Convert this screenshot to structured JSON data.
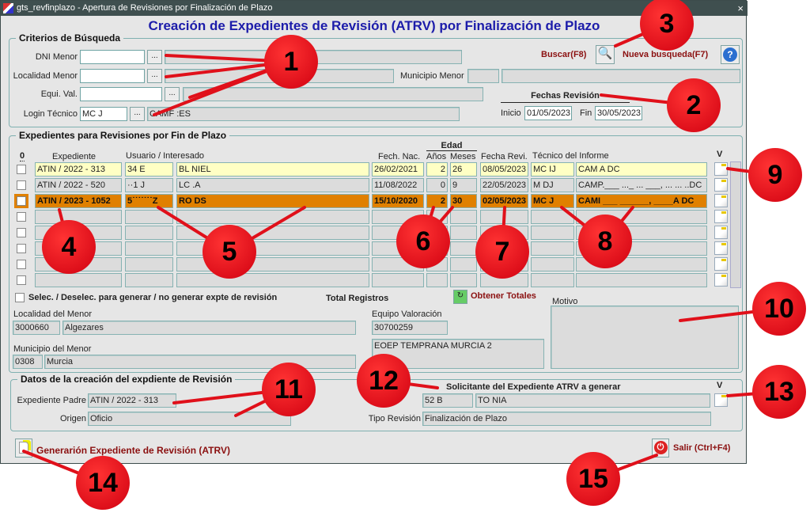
{
  "window": {
    "title": "gts_revfinplazo - Apertura de Revisiones por Finalización de Plazo",
    "close": "×"
  },
  "main_title": "Creación de Expedientes de Revisión (ATRV) por Finalización de Plazo",
  "criterios": {
    "legend": "Criterios de Búsqueda",
    "dni_label": "DNI Menor",
    "dni_value": "",
    "localidad_label": "Localidad Menor",
    "localidad_value": "",
    "municipio_label": "Municipio Menor",
    "equi_label": "Equi. Val.",
    "equi_value": "",
    "login_label": "Login Técnico",
    "login_value": "MC      J",
    "login_name": "CAMF                                   :ES",
    "lov": "...",
    "buscar": "Buscar(F8)",
    "nueva": "Nueva busqueda(F7)",
    "fechas_title": "Fechas Revisión",
    "inicio_label": "Inicio",
    "inicio": "01/05/2023",
    "fin_label": "Fin",
    "fin": "30/05/2023"
  },
  "expedientes": {
    "legend": "Expedientes para Revisiones por Fin de Plazo",
    "headers": {
      "sel": "0",
      "expediente": "Expediente",
      "usuario": "Usuario / Interesado",
      "fechnac": "Fech. Nac.",
      "edad": "Edad",
      "anos": "Años",
      "meses": "Meses",
      "fecharevi": "Fecha Revi.",
      "tecnico": "Técnico del Informe",
      "v": "V"
    },
    "rows": [
      {
        "style": "y",
        "exp": "ATIN / 2022 - 313",
        "dni": "34          E",
        "name": "BL                                                    NIEL",
        "fnac": "26/02/2021",
        "anos": "2",
        "meses": "26",
        "frevi": "08/05/2023",
        "tlogin": "MC       IJ",
        "tname": "CAM                                         A DC"
      },
      {
        "style": "g",
        "exp": "ATIN / 2022 - 520",
        "dni": "··1          J",
        "name": "LC                                   .A",
        "fnac": "11/08/2022",
        "anos": "0",
        "meses": "9",
        "frevi": "22/05/2023",
        "tlogin": "M        DJ",
        "tname": "CAMP.___ ..._ ... ___, ... ... ..DC"
      },
      {
        "style": "o",
        "exp": "ATIN / 2023 - 1052",
        "dni": "5˙˙˙˙˙˙˙Z",
        "name": "RO                           DS",
        "fnac": "15/10/2020",
        "anos": "2",
        "meses": "30",
        "frevi": "02/05/2023",
        "tlogin": "MC        J",
        "tname": "CAMI ___ ______, ____A DC"
      },
      {
        "style": "g"
      },
      {
        "style": "g"
      },
      {
        "style": "g"
      },
      {
        "style": "g"
      },
      {
        "style": "g"
      }
    ],
    "select_all": "Selec. / Deselec. para generar / no generar expte de revisión",
    "total_registros": "Total Registros",
    "obtener": "Obtener Totales",
    "motivo_label": "Motivo",
    "motivo": "",
    "localidad_label": "Localidad del Menor",
    "localidad_code": "3000660",
    "localidad_name": "Algezares",
    "municipio_label": "Municipio del Menor",
    "municipio_code": "0308",
    "municipio_name": "Murcia",
    "equipo_label": "Equipo Valoración",
    "equipo_code": "30700259",
    "equipo_name": "EOEP TEMPRANA MURCIA 2"
  },
  "datos": {
    "legend": "Datos de la creación del expdiente de Revisión",
    "padre_label": "Expediente Padre",
    "padre": "ATIN / 2022 - 313",
    "origen_label": "Origen",
    "origen": "Oficio",
    "solicitante_title": "Solicitante del Expediente ATRV a generar",
    "v": "V",
    "sol_dni": "52             B",
    "sol_name": "TO                                                  NIA",
    "tipo_label": "Tipo Revisión",
    "tipo": "Finalización de Plazo"
  },
  "footer": {
    "generar": "Generarión Expediente de Revisión (ATRV)",
    "salir": "Salir (Ctrl+F4)"
  },
  "annotations": [
    "1",
    "2",
    "3",
    "4",
    "5",
    "6",
    "7",
    "8",
    "9",
    "10",
    "11",
    "12",
    "13",
    "14",
    "15"
  ],
  "colors": {
    "title": "#1c1caa",
    "selected_row": "#e08000",
    "first_row": "#ffffc4",
    "annotation": "#e0101a",
    "action_text": "#8b1010"
  }
}
